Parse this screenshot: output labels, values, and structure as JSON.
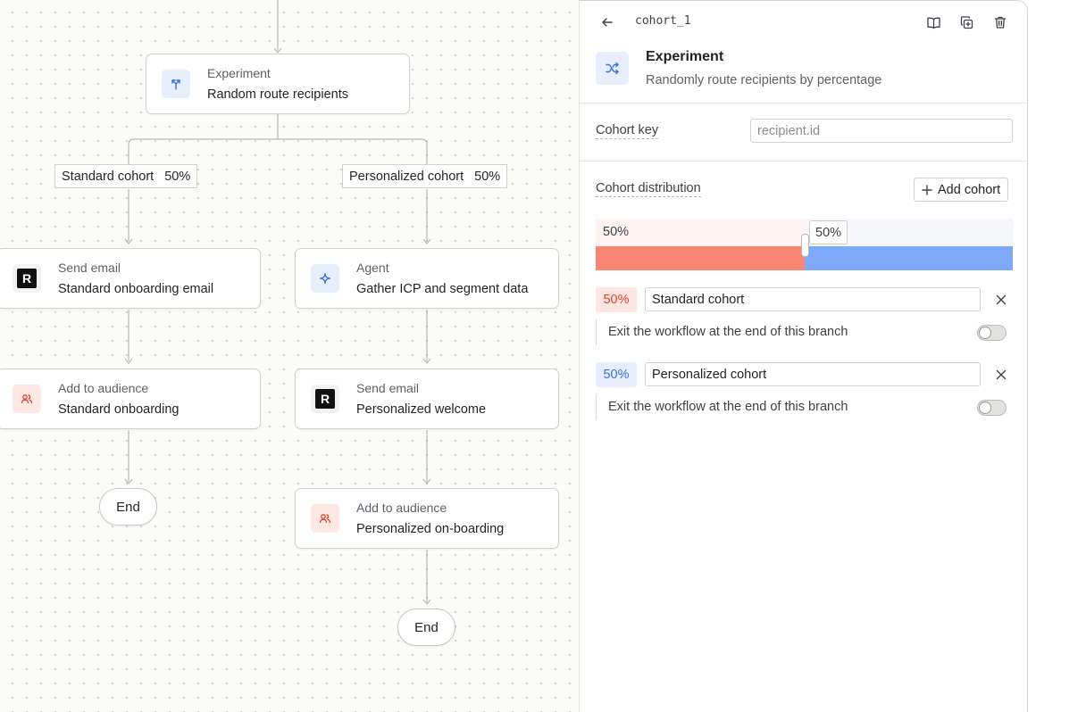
{
  "canvas": {
    "experiment_node": {
      "type": "Experiment",
      "title": "Random route recipients"
    },
    "branches": [
      {
        "label": "Standard cohort",
        "percent": "50%",
        "steps": [
          {
            "type": "Send email",
            "title": "Standard onboarding email",
            "icon": "resend-logo-icon"
          },
          {
            "type": "Add to audience",
            "title": "Standard onboarding",
            "icon": "users-icon"
          }
        ],
        "end_label": "End"
      },
      {
        "label": "Personalized cohort",
        "percent": "50%",
        "steps": [
          {
            "type": "Agent",
            "title": "Gather ICP and segment data",
            "icon": "sparkle-icon"
          },
          {
            "type": "Send email",
            "title": "Personalized welcome",
            "icon": "resend-logo-icon"
          },
          {
            "type": "Add to audience",
            "title": "Personalized on-boarding",
            "icon": "users-icon"
          }
        ],
        "end_label": "End"
      }
    ],
    "logo_letter": "R"
  },
  "panel": {
    "node_id": "cohort_1",
    "title": "Experiment",
    "description": "Randomly route recipients by percentage",
    "cohort_key": {
      "label": "Cohort key",
      "placeholder": "recipient.id"
    },
    "distribution": {
      "label": "Cohort distribution",
      "add_button": "Add cohort",
      "left_percent": "50%",
      "right_percent": "50%",
      "split_fraction": 0.5,
      "colors": {
        "left": "#f98672",
        "right": "#7fa8f8"
      }
    },
    "cohorts": [
      {
        "percent": "50%",
        "name": "Standard cohort",
        "exit_label": "Exit the workflow at the end of this branch",
        "exit_enabled": false,
        "badge_bg": "#fde6e1",
        "badge_color": "#d9452f"
      },
      {
        "percent": "50%",
        "name": "Personalized cohort",
        "exit_label": "Exit the workflow at the end of this branch",
        "exit_enabled": false,
        "badge_bg": "#e6eefd",
        "badge_color": "#3b6fd8"
      }
    ]
  }
}
